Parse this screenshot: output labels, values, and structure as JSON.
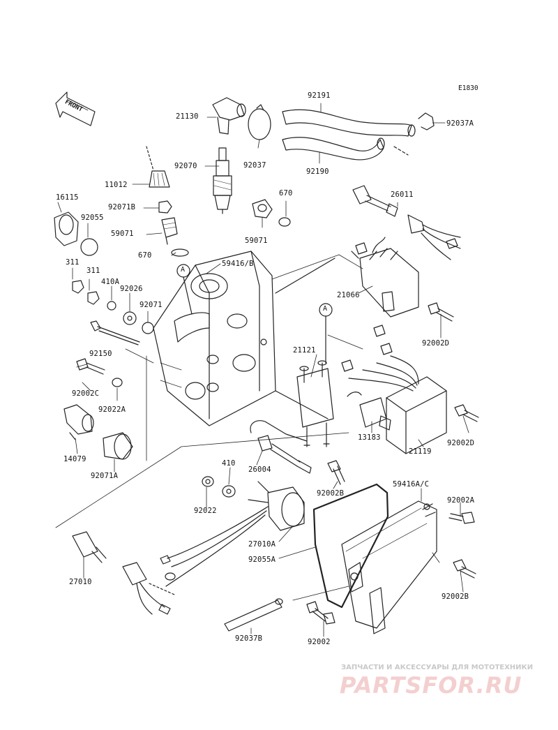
{
  "diagram_code": "E1830",
  "front_arrow_text": "FRONT",
  "callout_letter": "A",
  "labels": [
    "21130",
    "92191",
    "92037A",
    "92037",
    "92190",
    "92070",
    "11012",
    "670",
    "26011",
    "16115",
    "92071B",
    "92055",
    "59071",
    "59071",
    "670",
    "311",
    "311",
    "410A",
    "92026",
    "92071",
    "59416/B",
    "21066",
    "92002D",
    "92150",
    "21121",
    "92002C",
    "92022A",
    "14079",
    "92071A",
    "13183",
    "92002D",
    "21119",
    "410",
    "26004",
    "92022",
    "92002B",
    "59416A/C",
    "92002A",
    "27010A",
    "92055A",
    "27010",
    "92002B",
    "92037B",
    "92002"
  ],
  "watermark": {
    "subtitle": "ЗАПЧАСТИ И АКСЕССУАРЫ ДЛЯ МОТОТЕХНИКИ",
    "logo": "PARTSFOR.RU"
  }
}
